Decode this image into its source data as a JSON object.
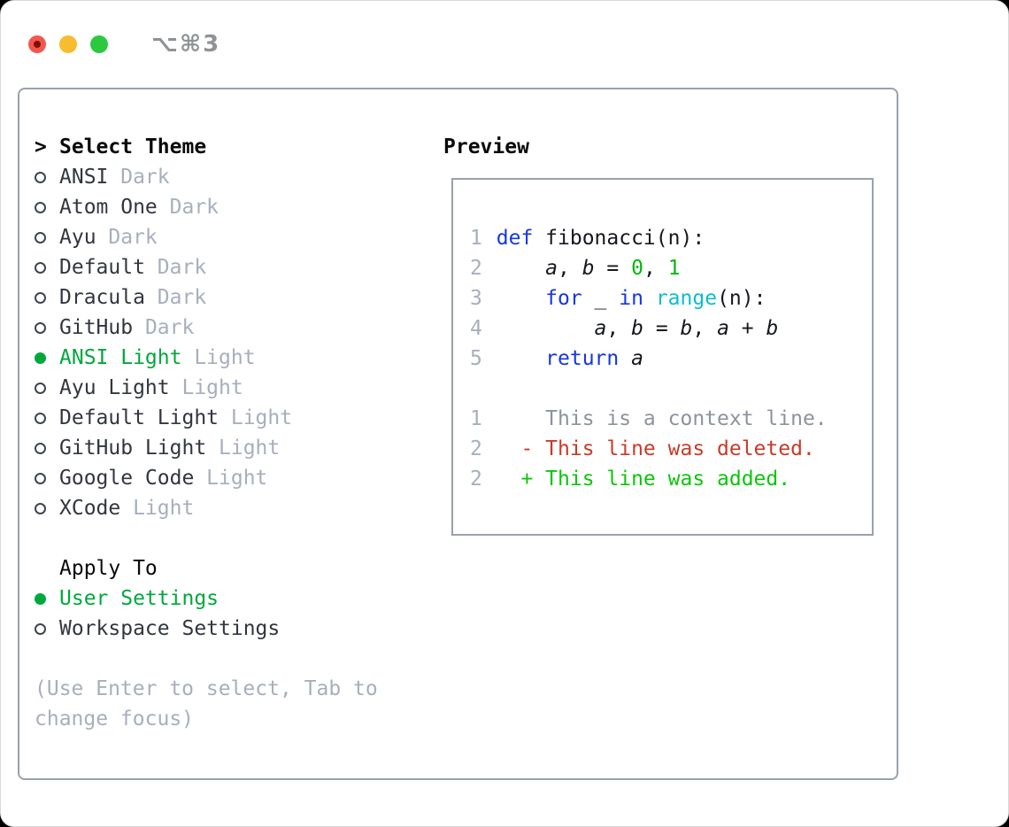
{
  "window": {
    "title": "⌥⌘3"
  },
  "theme_selector": {
    "header_prefix": ">",
    "header": "Select Theme",
    "items": [
      {
        "name": "ANSI",
        "variant": "Dark",
        "selected": false
      },
      {
        "name": "Atom One",
        "variant": "Dark",
        "selected": false
      },
      {
        "name": "Ayu",
        "variant": "Dark",
        "selected": false
      },
      {
        "name": "Default",
        "variant": "Dark",
        "selected": false
      },
      {
        "name": "Dracula",
        "variant": "Dark",
        "selected": false
      },
      {
        "name": "GitHub",
        "variant": "Dark",
        "selected": false
      },
      {
        "name": "ANSI Light",
        "variant": "Light",
        "selected": true
      },
      {
        "name": "Ayu Light",
        "variant": "Light",
        "selected": false
      },
      {
        "name": "Default Light",
        "variant": "Light",
        "selected": false
      },
      {
        "name": "GitHub Light",
        "variant": "Light",
        "selected": false
      },
      {
        "name": "Google Code",
        "variant": "Light",
        "selected": false
      },
      {
        "name": "XCode",
        "variant": "Light",
        "selected": false
      }
    ]
  },
  "apply_to": {
    "header": "Apply To",
    "options": [
      {
        "label": "User Settings",
        "selected": true
      },
      {
        "label": "Workspace Settings",
        "selected": false
      }
    ]
  },
  "hint": "(Use Enter to select, Tab to change focus)",
  "preview": {
    "header": "Preview",
    "lines": [
      {
        "num": "1",
        "tokens": [
          {
            "c": "kw",
            "t": "def"
          },
          {
            "c": "plain",
            "t": " fibonacci(n):"
          }
        ]
      },
      {
        "num": "2",
        "tokens": [
          {
            "c": "plain",
            "t": "    "
          },
          {
            "c": "var",
            "t": "a"
          },
          {
            "c": "plain",
            "t": ", "
          },
          {
            "c": "var",
            "t": "b"
          },
          {
            "c": "plain",
            "t": " = "
          },
          {
            "c": "num",
            "t": "0"
          },
          {
            "c": "plain",
            "t": ", "
          },
          {
            "c": "num",
            "t": "1"
          }
        ]
      },
      {
        "num": "3",
        "tokens": [
          {
            "c": "plain",
            "t": "    "
          },
          {
            "c": "kw",
            "t": "for"
          },
          {
            "c": "plain",
            "t": " _ "
          },
          {
            "c": "kw",
            "t": "in"
          },
          {
            "c": "plain",
            "t": " "
          },
          {
            "c": "builtin",
            "t": "range"
          },
          {
            "c": "plain",
            "t": "(n):"
          }
        ]
      },
      {
        "num": "4",
        "tokens": [
          {
            "c": "plain",
            "t": "        "
          },
          {
            "c": "var",
            "t": "a"
          },
          {
            "c": "plain",
            "t": ", "
          },
          {
            "c": "var",
            "t": "b"
          },
          {
            "c": "plain",
            "t": " = "
          },
          {
            "c": "var",
            "t": "b"
          },
          {
            "c": "plain",
            "t": ", "
          },
          {
            "c": "var",
            "t": "a"
          },
          {
            "c": "plain",
            "t": " + "
          },
          {
            "c": "var",
            "t": "b"
          }
        ]
      },
      {
        "num": "5",
        "tokens": [
          {
            "c": "plain",
            "t": "    "
          },
          {
            "c": "kw",
            "t": "return"
          },
          {
            "c": "plain",
            "t": " "
          },
          {
            "c": "var",
            "t": "a"
          }
        ]
      },
      {
        "num": "",
        "tokens": []
      },
      {
        "num": "1",
        "tokens": [
          {
            "c": "ctx",
            "t": "    This is a context line."
          }
        ]
      },
      {
        "num": "2",
        "tokens": [
          {
            "c": "del",
            "t": "  - This line was deleted."
          }
        ]
      },
      {
        "num": "2",
        "tokens": [
          {
            "c": "add",
            "t": "  + This line was added."
          }
        ]
      }
    ]
  },
  "colors": {
    "page_bg": "#000000",
    "window_bg": "#ffffff",
    "border_gray": "#99A1AD",
    "title_gray": "#8F9397",
    "light_red": "#F4564E",
    "light_red_dot": "#7E100C",
    "light_yellow": "#F7BD2F",
    "light_green": "#2BC840",
    "text_black": "#0A0A0A",
    "text_dark": "#32363F",
    "gray_muted": "#A7AFBC",
    "gray_line_number": "#A7AFBC",
    "gray_context": "#8C939E",
    "green_selected": "#00A83C",
    "green_added": "#0CC50C",
    "green_number": "#00B80E",
    "blue_keyword": "#1636E4",
    "cyan_builtin": "#0CBECD",
    "red_deleted": "#C93A28",
    "code_plain": "#15181D",
    "radio_outline": "#3E454F"
  }
}
